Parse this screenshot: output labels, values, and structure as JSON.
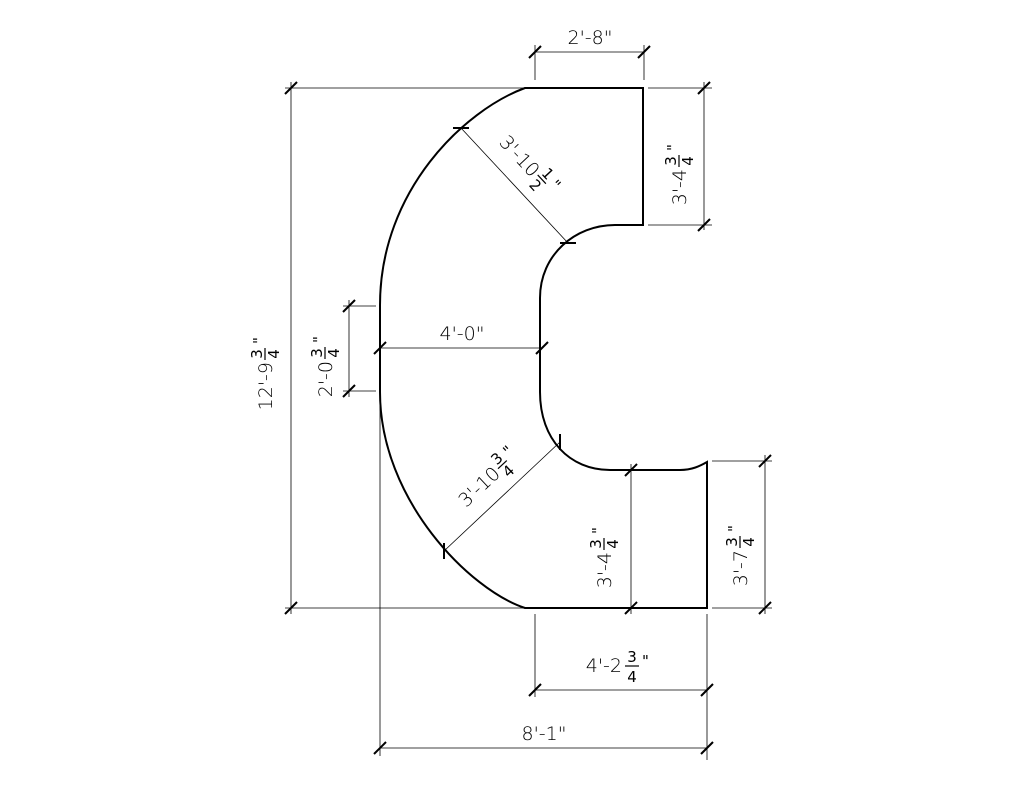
{
  "drawing": {
    "dimensions": {
      "top_width": {
        "whole": "2'-8\""
      },
      "right_top_height": {
        "whole": "3'-4",
        "num": "3",
        "den": "4",
        "unit": "\""
      },
      "diag_upper": {
        "whole": "3'-10",
        "num": "1",
        "den": "2",
        "unit": "\""
      },
      "overall_height": {
        "whole": "12'-9",
        "num": "3",
        "den": "4",
        "unit": "\""
      },
      "left_straight": {
        "whole": "2'-0",
        "num": "3",
        "den": "4",
        "unit": "\""
      },
      "middle_width": {
        "whole": "4'-0\""
      },
      "diag_lower": {
        "whole": "3'-10",
        "num": "3",
        "den": "4",
        "unit": "\""
      },
      "lower_inner_height": {
        "whole": "3'-4",
        "num": "3",
        "den": "4",
        "unit": "\""
      },
      "lower_outer_height": {
        "whole": "3'-7",
        "num": "3",
        "den": "4",
        "unit": "\""
      },
      "bottom_width": {
        "whole": "4'-2",
        "num": "3",
        "den": "4",
        "unit": "\""
      },
      "overall_width": {
        "whole": "8'-1\""
      }
    }
  }
}
